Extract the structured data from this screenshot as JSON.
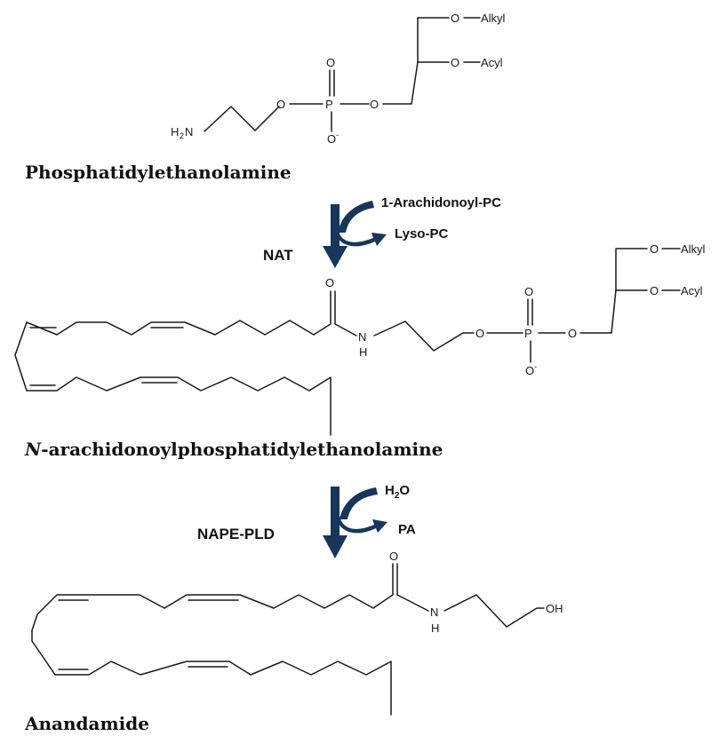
{
  "colors": {
    "arrow": "#16365c",
    "ink": "#1a1a1a"
  },
  "compounds": {
    "pe": {
      "name": "Phosphatidylethanolamine",
      "labels": {
        "o_alkyl": "O",
        "alkyl": "Alkyl",
        "o_acyl": "O",
        "acyl": "Acyl",
        "p": "P",
        "o_top": "O",
        "o_left": "O",
        "o_right": "O",
        "o_bottom": "O",
        "minus": "-",
        "h2n_h": "H",
        "h2n_2": "2",
        "h2n_n": "N"
      }
    },
    "nape": {
      "name_prefix": "N",
      "name_rest": "-arachidonoylphosphatidylethanolamine",
      "labels": {
        "o_carbonyl": "O",
        "n": "N",
        "h": "H",
        "o_left": "O",
        "p": "P",
        "o_top": "O",
        "o_right": "O",
        "o_bottom": "O",
        "minus": "-",
        "o_alkyl": "O",
        "alkyl": "Alkyl",
        "o_acyl": "O",
        "acyl": "Acyl"
      }
    },
    "aea": {
      "name": "Anandamide",
      "labels": {
        "o_carbonyl": "O",
        "n": "N",
        "h": "H",
        "oh": "OH"
      }
    }
  },
  "reactions": [
    {
      "enzyme": "NAT",
      "input": "1-Arachidonoyl-PC",
      "output": "Lyso-PC"
    },
    {
      "enzyme": "NAPE-PLD",
      "input_main": "H",
      "input_sub": "2",
      "input_tail": "O",
      "output": "PA"
    }
  ]
}
